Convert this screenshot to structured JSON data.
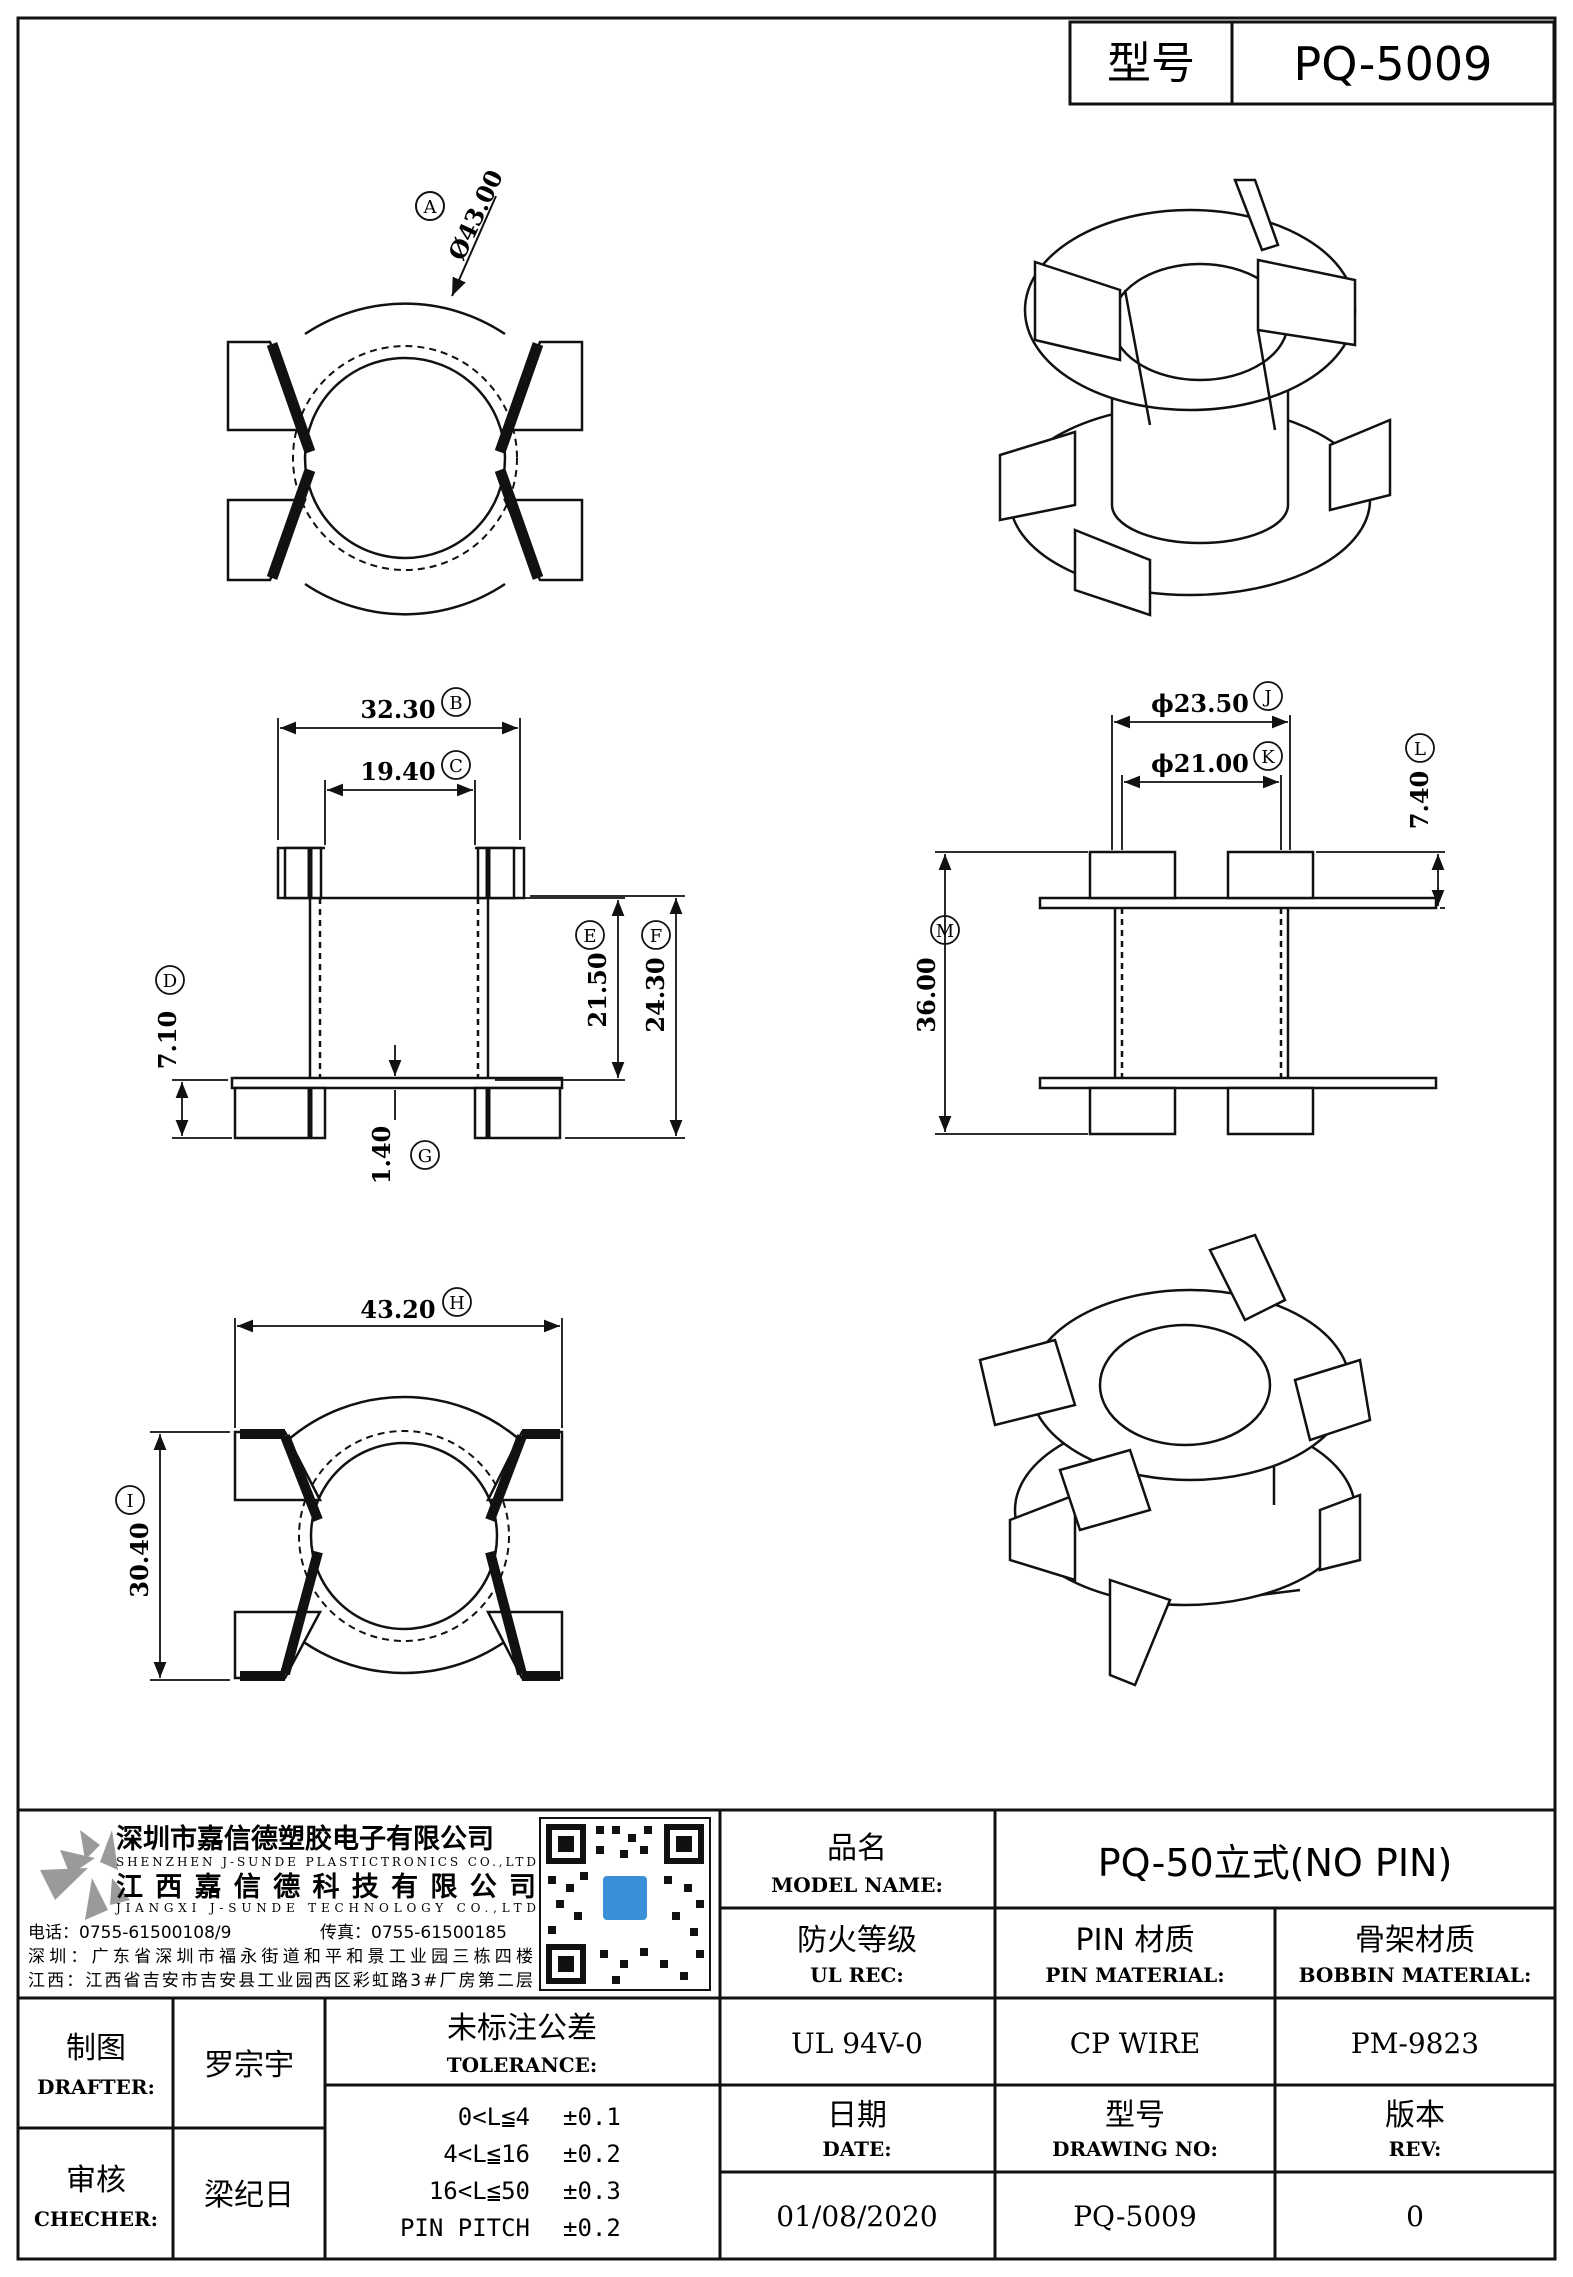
{
  "header": {
    "model_label": "型号",
    "model_value": "PQ-5009"
  },
  "dimensions": {
    "A": "Ø43.00",
    "B": "32.30",
    "C": "19.40",
    "D": "7.10",
    "E": "21.50",
    "F": "24.30",
    "G": "1.40",
    "H": "43.20",
    "I": "30.40",
    "J": "ϕ23.50",
    "K": "ϕ21.00",
    "L": "7.40",
    "M": "36.00"
  },
  "company": {
    "name_cn": "深圳市嘉信德塑胶电子有限公司",
    "name_en": "SHENZHEN J-SUNDE PLASTICTRONICS CO.,LTD",
    "name2_cn": "江西嘉信德科技有限公司",
    "name2_en": "JIANGXI J-SUNDE TECHNOLOGY CO.,LTD",
    "phone": "电话：0755-61500108/9",
    "fax": "传真：0755-61500185",
    "addr_sz": "深圳：广东省深圳市福永街道和平和景工业园三栋四楼",
    "addr_jx": "江西：江西省吉安市吉安县工业园西区彩虹路3#厂房第二层"
  },
  "table": {
    "model_name_cn": "品名",
    "model_name_en": "MODEL NAME:",
    "model_name_value": "PQ-50立式(NO PIN)",
    "ul_cn": "防火等级",
    "ul_en": "UL REC:",
    "ul_value": "UL 94V-0",
    "pin_cn": "PIN 材质",
    "pin_en": "PIN MATERIAL:",
    "pin_value": "CP WIRE",
    "bobbin_cn": "骨架材质",
    "bobbin_en": "BOBBIN MATERIAL:",
    "bobbin_value": "PM-9823",
    "drafter_cn": "制图",
    "drafter_en": "DRAFTER:",
    "drafter_value": "罗宗宇",
    "checker_cn": "审核",
    "checker_en": "CHECHER:",
    "checker_value": "梁纪日",
    "tol_cn": "未标注公差",
    "tol_en": "TOLERANCE:",
    "tol_rows": [
      {
        "range": "0<L≦4",
        "tol": "±0.1"
      },
      {
        "range": "4<L≦16",
        "tol": "±0.2"
      },
      {
        "range": "16<L≦50",
        "tol": "±0.3"
      },
      {
        "range": "PIN PITCH",
        "tol": "±0.2"
      }
    ],
    "date_cn": "日期",
    "date_en": "DATE:",
    "date_value": "01/08/2020",
    "dwg_cn": "型号",
    "dwg_en": "DRAWING NO:",
    "dwg_value": "PQ-5009",
    "rev_cn": "版本",
    "rev_en": "REV:",
    "rev_value": "0"
  }
}
